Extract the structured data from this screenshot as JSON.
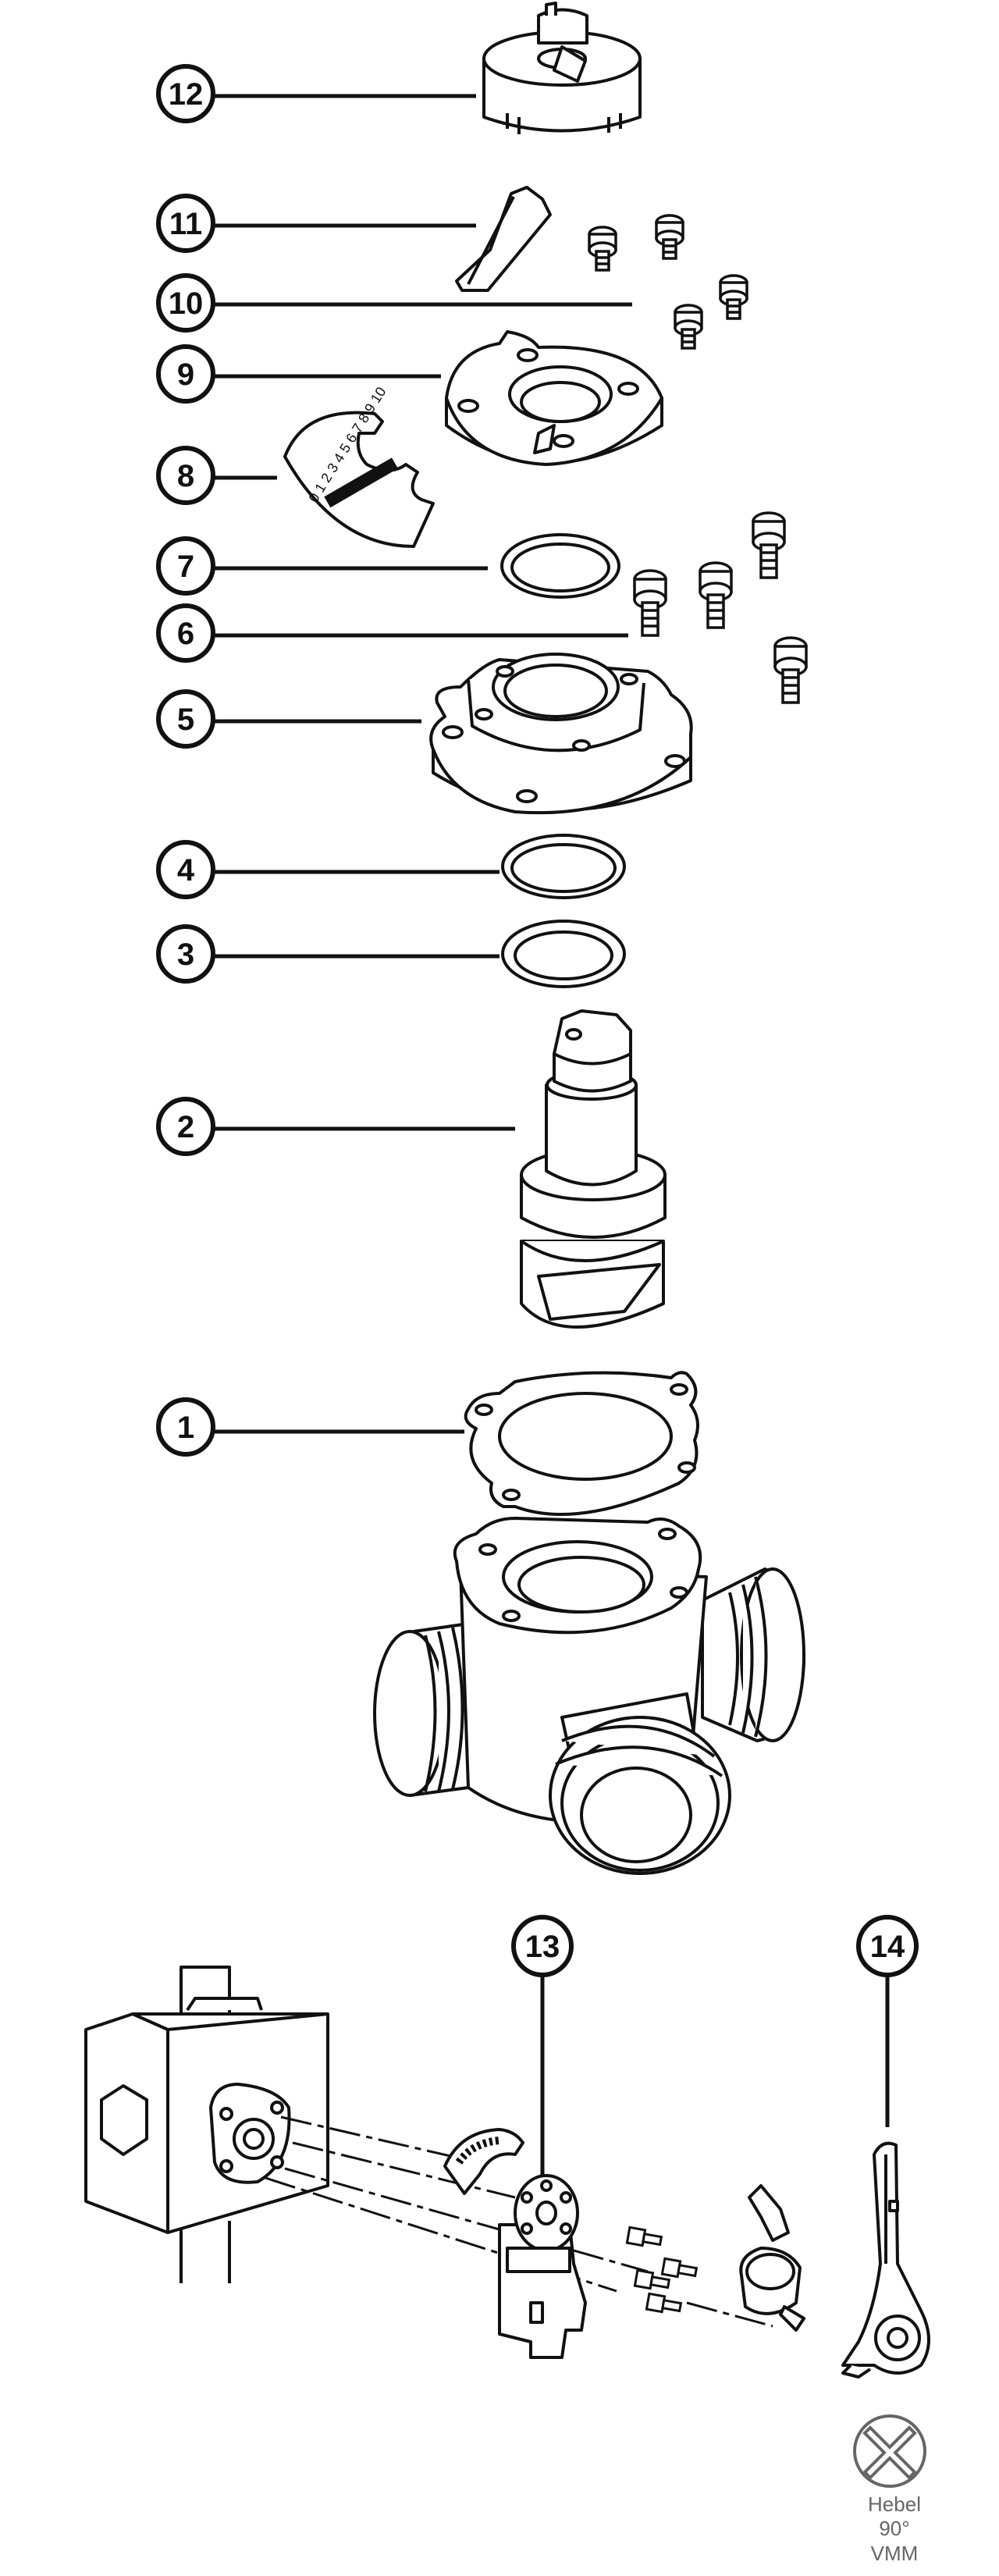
{
  "callouts": {
    "c1": "1",
    "c2": "2",
    "c3": "3",
    "c4": "4",
    "c5": "5",
    "c6": "6",
    "c7": "7",
    "c8": "8",
    "c9": "9",
    "c10": "10",
    "c11": "11",
    "c12": "12",
    "c13": "13",
    "c14": "14"
  },
  "scale_label": "0 1 2 3 4 5 6 7 8 9 10",
  "lever_caption": {
    "line1": "Hebel",
    "line2": "90°",
    "line3": "VMM"
  },
  "icons": {
    "lever_symbol": "cross-circle-icon"
  },
  "colors": {
    "stroke": "#111111",
    "caption": "#666666",
    "background": "#ffffff"
  }
}
